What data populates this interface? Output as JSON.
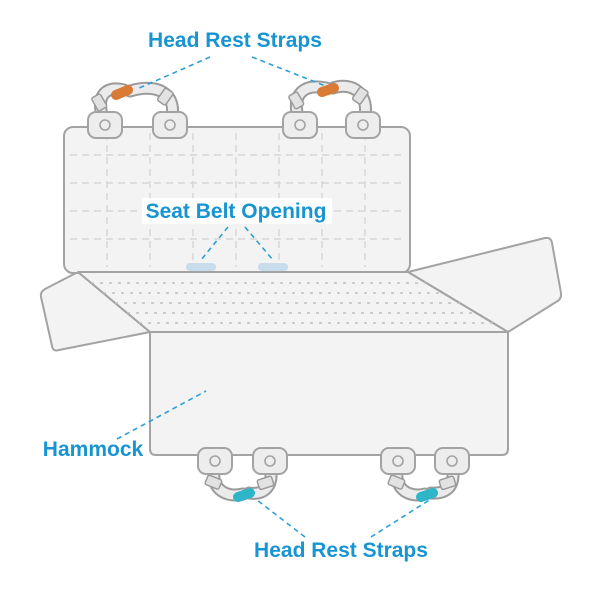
{
  "diagram": {
    "labels": {
      "head_rest_straps_top": "Head Rest Straps",
      "seat_belt_opening": "Seat Belt Opening",
      "hammock": "Hammock",
      "head_rest_straps_bottom": "Head Rest Straps"
    },
    "colors": {
      "label_blue": "#1794d2",
      "leader_blue": "#2d9fd8",
      "outline_gray": "#a3a3a3",
      "panel_fill": "#f3f3f3",
      "quilt_gray": "#d6d6d6",
      "strap_tip_orange": "#d97a35",
      "strap_tip_teal": "#2fb5c8",
      "seat_belt_slot": "#c9dcec"
    }
  }
}
